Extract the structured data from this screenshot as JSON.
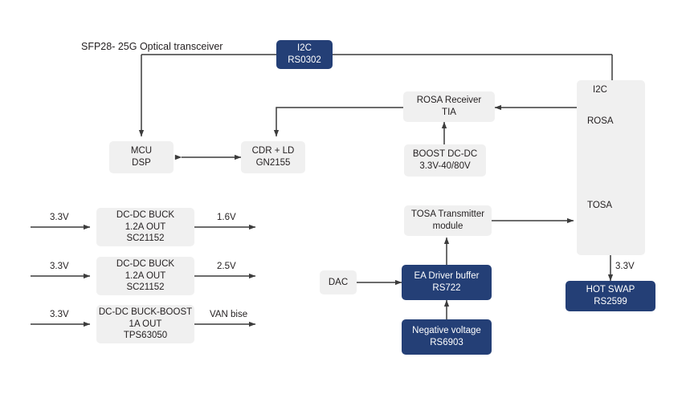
{
  "diagram": {
    "title": "SFP28- 25G Optical transceiver",
    "colors": {
      "block_light": "#f0f0f0",
      "block_dark": "#243f76",
      "text_dark": "#231f20",
      "text_light": "#ffffff",
      "wire": "#3c3c3c"
    },
    "blocks": [
      {
        "id": "i2c_rs0302",
        "style": "dark",
        "lines": [
          "I2C",
          "RS0302"
        ]
      },
      {
        "id": "mcu_dsp",
        "style": "light",
        "lines": [
          "MCU",
          "DSP"
        ]
      },
      {
        "id": "cdr_ld",
        "style": "light",
        "lines": [
          "CDR + LD",
          "GN2155"
        ]
      },
      {
        "id": "rosa_receiver",
        "style": "light",
        "lines": [
          "ROSA Receiver",
          "TIA"
        ]
      },
      {
        "id": "boost_dcdc",
        "style": "light",
        "lines": [
          "BOOST DC-DC",
          "3.3V-40/80V"
        ]
      },
      {
        "id": "dcdc_buck_1",
        "style": "light",
        "lines": [
          "DC-DC BUCK",
          "1.2A OUT",
          "SC21152"
        ]
      },
      {
        "id": "dcdc_buck_2",
        "style": "light",
        "lines": [
          "DC-DC BUCK",
          "1.2A OUT",
          "SC21152"
        ]
      },
      {
        "id": "dcdc_buck_boost",
        "style": "light",
        "lines": [
          "DC-DC BUCK-BOOST",
          "1A OUT",
          "TPS63050"
        ]
      },
      {
        "id": "tosa_transmitter",
        "style": "light",
        "lines": [
          "TOSA Transmitter",
          "module"
        ]
      },
      {
        "id": "dac",
        "style": "light",
        "lines": [
          "DAC"
        ]
      },
      {
        "id": "ea_driver",
        "style": "dark",
        "lines": [
          "EA Driver buffer",
          "RS722"
        ]
      },
      {
        "id": "negative_voltage",
        "style": "dark",
        "lines": [
          "Negative voltage",
          "RS6903"
        ]
      },
      {
        "id": "hot_swap",
        "style": "dark",
        "lines": [
          "HOT SWAP",
          "RS2599"
        ]
      }
    ],
    "connector_module": {
      "id": "optical_connector",
      "ports": [
        "I2C",
        "ROSA",
        "TOSA"
      ]
    },
    "wire_labels": {
      "rail1_in": "3.3V",
      "rail1_out": "1.6V",
      "rail2_in": "3.3V",
      "rail2_out": "2.5V",
      "rail3_in": "3.3V",
      "rail3_out": "VAN bise",
      "hotswap_in": "3.3V"
    }
  }
}
